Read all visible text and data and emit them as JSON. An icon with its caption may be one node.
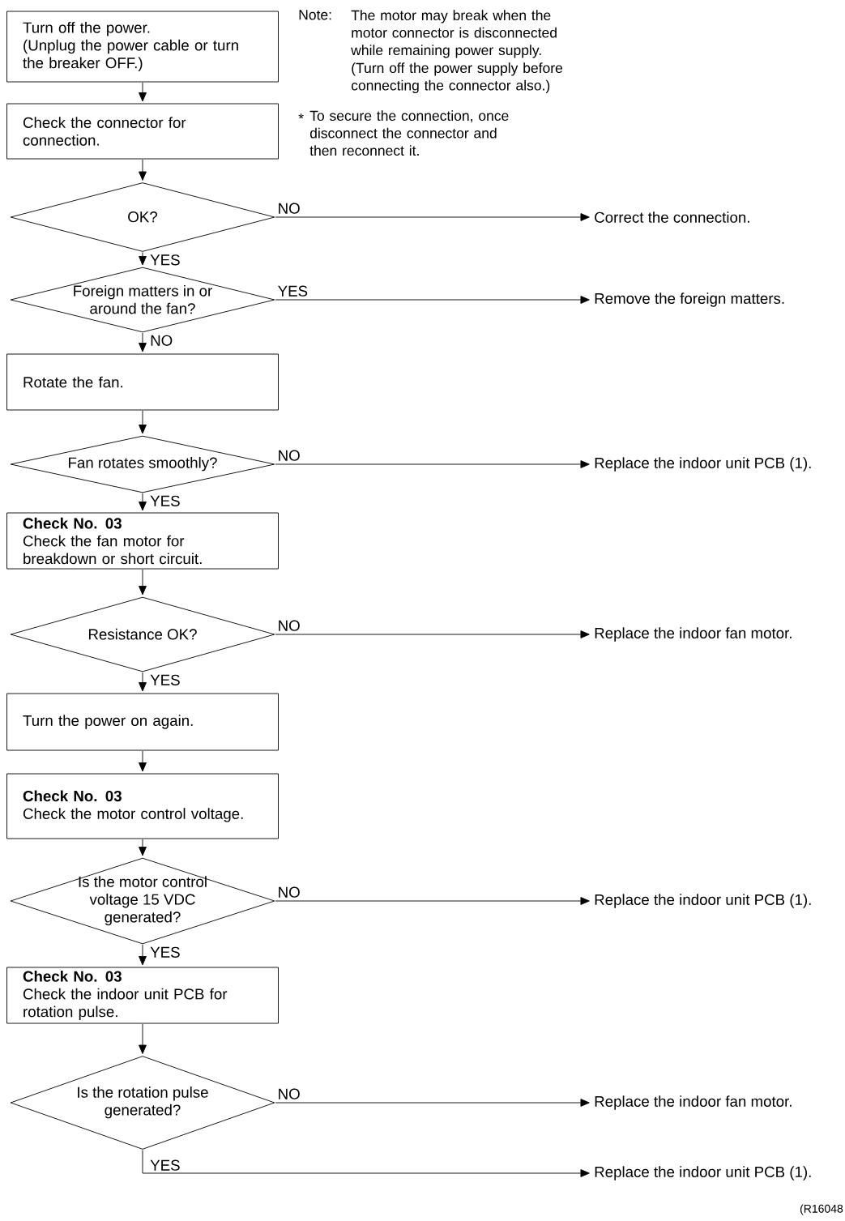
{
  "diagram": {
    "nodes": [
      {
        "text": [
          "Turn off the power.",
          "(Unplug the power cable or turn the breaker OFF.)"
        ]
      },
      {
        "text": [
          "Check the connector for connection."
        ]
      },
      {
        "text": [
          "OK?"
        ]
      },
      {
        "text": [
          "Correct the connection."
        ]
      },
      {
        "text": [
          "Foreign matters in or around the fan?"
        ]
      },
      {
        "text": [
          "Remove the foreign matters."
        ]
      },
      {
        "text": [
          "Rotate the fan."
        ]
      },
      {
        "text": [
          "Fan rotates smoothly?"
        ]
      },
      {
        "text": [
          "Replace the indoor unit PCB (1)."
        ]
      },
      {
        "text": [
          "Check No. 03",
          "Check the fan motor for breakdown or short circuit."
        ]
      },
      {
        "text": [
          "Resistance OK?"
        ]
      },
      {
        "text": [
          "Replace the indoor fan motor."
        ]
      },
      {
        "text": [
          "Turn the power on again."
        ]
      },
      {
        "text": [
          "Check No. 03",
          "Check the motor control voltage."
        ]
      },
      {
        "text": [
          "Is the motor control voltage 15 VDC generated?"
        ]
      },
      {
        "text": [
          "Replace the indoor unit PCB (1)."
        ]
      },
      {
        "text": [
          "Check No. 03",
          "Check the indoor unit PCB for rotation pulse."
        ]
      },
      {
        "text": [
          "Is the rotation pulse generated?"
        ]
      },
      {
        "text": [
          "Replace the indoor fan motor."
        ]
      },
      {
        "text": [
          "Replace the indoor unit PCB (1)."
        ]
      }
    ],
    "edges": [
      {
        "from": 0,
        "to": 1,
        "arrow": "to"
      },
      {
        "from": 1,
        "to": 2,
        "arrow": "to"
      },
      {
        "from": 2,
        "to": 3,
        "arrow": "to",
        "label": "NO"
      },
      {
        "from": 2,
        "to": 4,
        "arrow": "to",
        "label": "YES"
      },
      {
        "from": 4,
        "to": 5,
        "arrow": "to",
        "label": "YES"
      },
      {
        "from": 4,
        "to": 6,
        "arrow": "to",
        "label": "NO"
      },
      {
        "from": 6,
        "to": 7,
        "arrow": "to"
      },
      {
        "from": 7,
        "to": 8,
        "arrow": "to",
        "label": "NO"
      },
      {
        "from": 7,
        "to": 9,
        "arrow": "to",
        "label": "YES"
      },
      {
        "from": 9,
        "to": 10,
        "arrow": "to"
      },
      {
        "from": 10,
        "to": 11,
        "arrow": "to",
        "label": "NO"
      },
      {
        "from": 10,
        "to": 12,
        "arrow": "to",
        "label": "YES"
      },
      {
        "from": 12,
        "to": 13,
        "arrow": "to"
      },
      {
        "from": 13,
        "to": 14,
        "arrow": "to"
      },
      {
        "from": 14,
        "to": 15,
        "arrow": "to",
        "label": "NO"
      },
      {
        "from": 14,
        "to": 16,
        "arrow": "to",
        "label": "YES"
      },
      {
        "from": 16,
        "to": 17,
        "arrow": "to"
      },
      {
        "from": 17,
        "to": 18,
        "arrow": "to",
        "label": "NO"
      },
      {
        "from": 17,
        "to": 19,
        "arrow": "to",
        "label": "YES"
      }
    ],
    "labels": [
      "Note:",
      "The motor may break when the motor connector is disconnected while remaining power supply.",
      "(Turn off the power supply before connecting the connector also.)",
      "*",
      "To secure the connection, once disconnect the connector and then reconnect it.",
      "(R16048"
    ]
  }
}
